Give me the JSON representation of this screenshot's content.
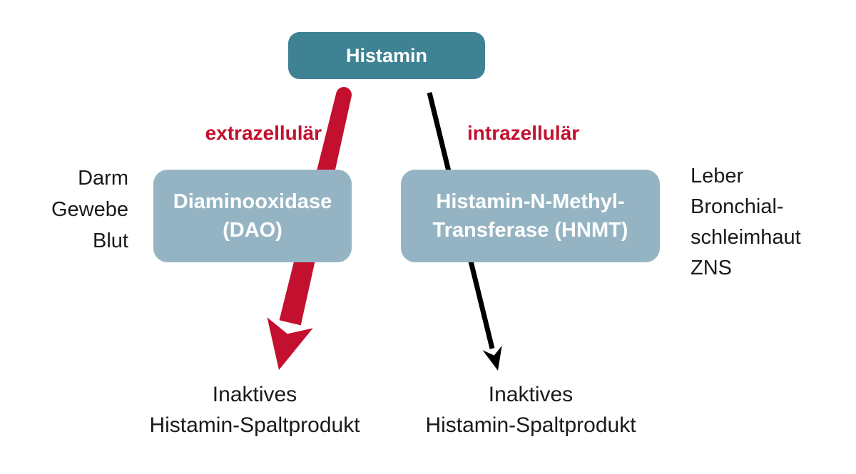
{
  "diagram": {
    "title_box": {
      "label": "Histamin"
    },
    "pathway_labels": {
      "extracellular": "extrazellulär",
      "intracellular": "intrazellulär"
    },
    "enzyme_boxes": {
      "dao": {
        "line1": "Diaminooxidase",
        "line2": "(DAO)"
      },
      "hnmt": {
        "line1": "Histamin-N-Methyl-",
        "line2": "Transferase (HNMT)"
      }
    },
    "locations_left": [
      "Darm",
      "Gewebe",
      "Blut"
    ],
    "locations_right": [
      "Leber",
      "Bronchial-",
      "schleimhaut",
      "ZNS"
    ],
    "product_left": {
      "line1": "Inaktives",
      "line2": "Histamin-Spaltprodukt"
    },
    "product_right": {
      "line1": "Inaktives",
      "line2": "Histamin-Spaltprodukt"
    },
    "colors": {
      "histamin_box": "#3e8294",
      "enzyme_box": "#95b4c3",
      "accent_red": "#c3102f",
      "arrow_black": "#000000",
      "text_black": "#1a1a1a",
      "box_text": "#ffffff"
    }
  }
}
